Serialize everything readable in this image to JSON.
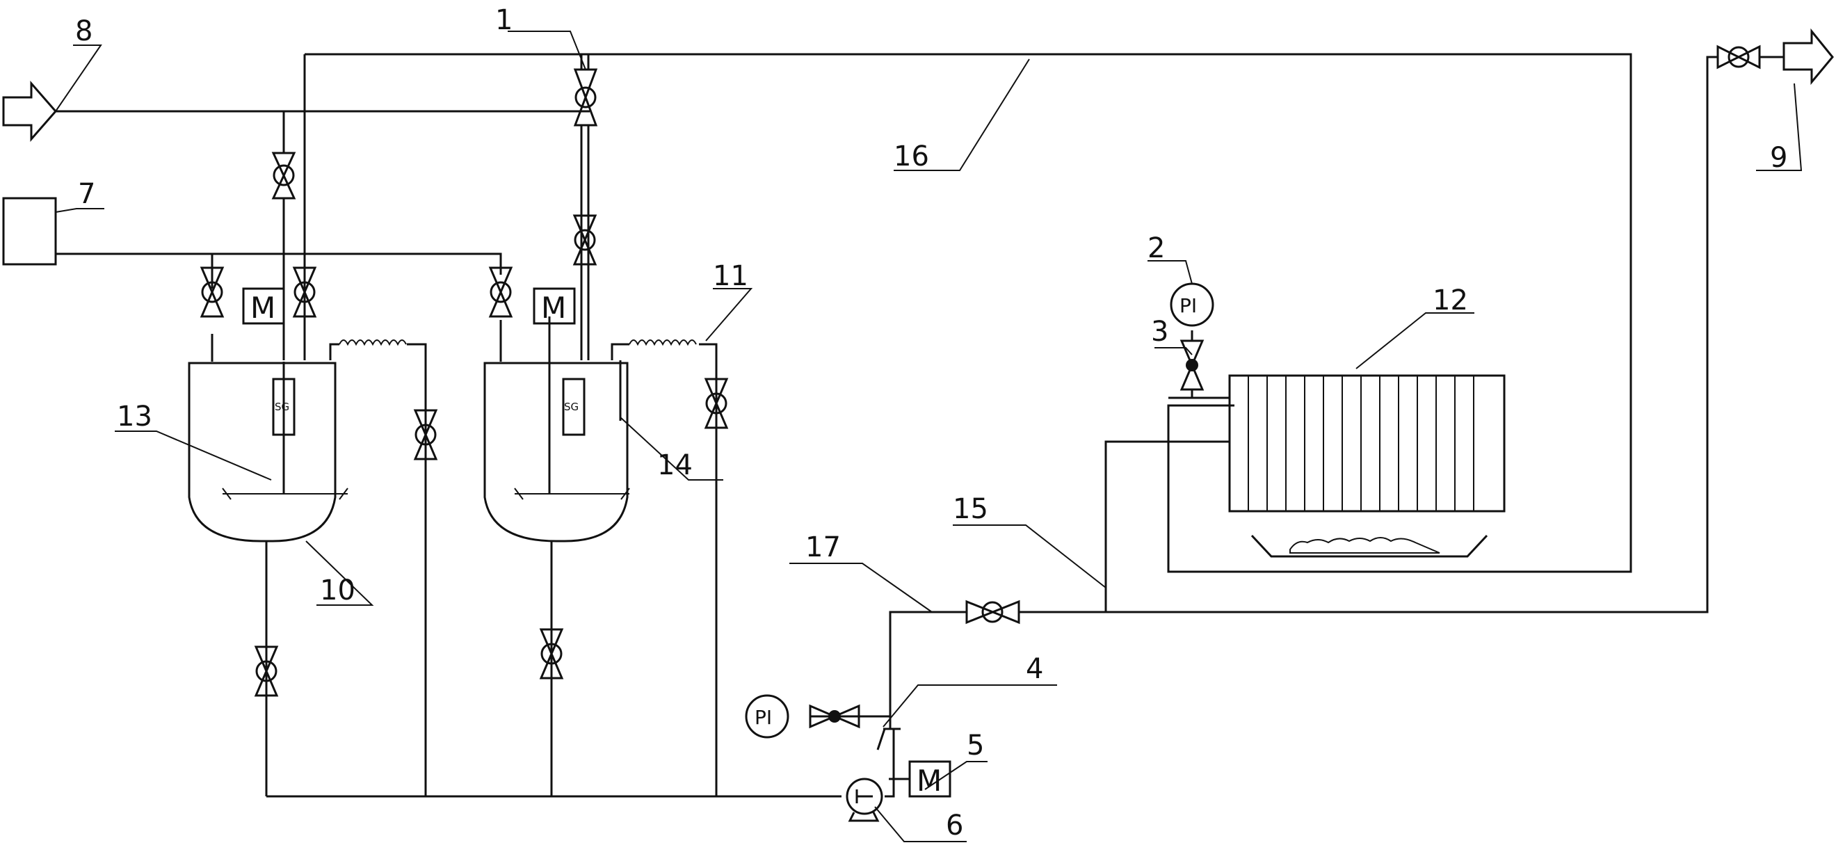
{
  "labels": {
    "n1": "1",
    "n2": "2",
    "n3": "3",
    "n4": "4",
    "n5": "5",
    "n6": "6",
    "n7": "7",
    "n8": "8",
    "n9": "9",
    "n10": "10",
    "n11": "11",
    "n12": "12",
    "n13": "13",
    "n14": "14",
    "n15": "15",
    "n16": "16",
    "n17": "17"
  },
  "motor_text": "M",
  "sight_glass_text": "SG",
  "pressure_indicator_text": "PI"
}
